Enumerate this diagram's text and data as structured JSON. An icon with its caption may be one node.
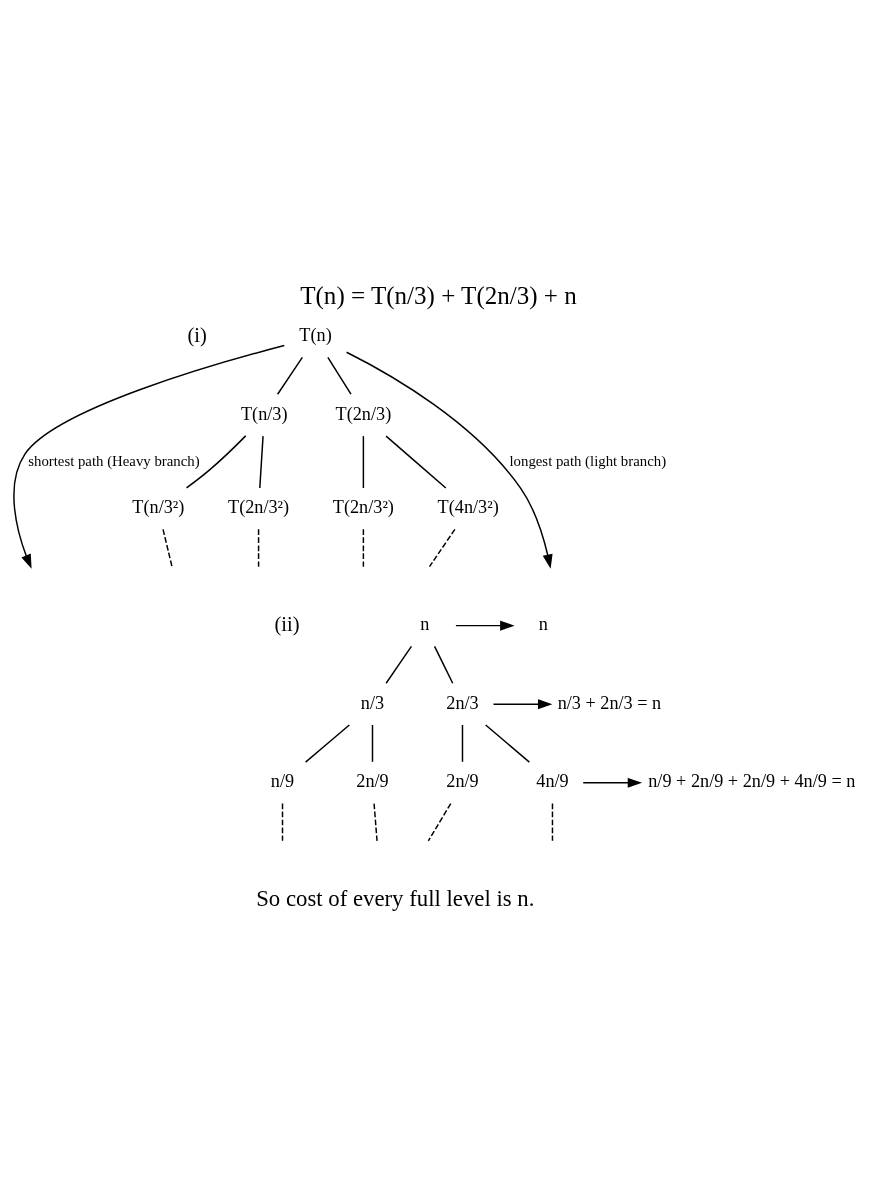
{
  "diagram": {
    "title": "T(n) = T(n/3) + T(2n/3) + n",
    "caption": "So cost of every full level is n.",
    "nodes": [
      {
        "text": [
          "T(n)"
        ]
      },
      {
        "text": [
          "T(n/3)"
        ]
      },
      {
        "text": [
          "T(2n/3)"
        ]
      },
      {
        "text": [
          "T(n/3²)"
        ]
      },
      {
        "text": [
          "T(2n/3²)"
        ]
      },
      {
        "text": [
          "T(2n/3²)"
        ]
      },
      {
        "text": [
          "T(4n/3²)"
        ]
      },
      {
        "text": [
          "n"
        ]
      },
      {
        "text": [
          "n/3"
        ]
      },
      {
        "text": [
          "2n/3"
        ]
      },
      {
        "text": [
          "n/9"
        ]
      },
      {
        "text": [
          "2n/9"
        ]
      },
      {
        "text": [
          "2n/9"
        ]
      },
      {
        "text": [
          "4n/9"
        ]
      },
      {
        "text": [
          "n"
        ]
      },
      {
        "text": [
          "n/3 + 2n/3 = n"
        ]
      },
      {
        "text": [
          "n/9 + 2n/9 + 2n/9 + 4n/9 = n"
        ]
      }
    ],
    "edges": [
      {
        "from": 0,
        "to": null,
        "arrow": "to",
        "label": "shortest path (Heavy branch)"
      },
      {
        "from": 0,
        "to": 1,
        "arrow": "none"
      },
      {
        "from": 0,
        "to": 2,
        "arrow": "none"
      },
      {
        "from": 0,
        "to": null,
        "arrow": "to",
        "label": "longest path (light branch)"
      },
      {
        "from": 1,
        "to": 3,
        "arrow": "none"
      },
      {
        "from": 1,
        "to": 4,
        "arrow": "none"
      },
      {
        "from": 2,
        "to": 5,
        "arrow": "none"
      },
      {
        "from": 2,
        "to": 6,
        "arrow": "none"
      },
      {
        "from": 3,
        "to": null,
        "arrow": "none",
        "style": "dashed"
      },
      {
        "from": 4,
        "to": null,
        "arrow": "none",
        "style": "dashed"
      },
      {
        "from": 5,
        "to": null,
        "arrow": "none",
        "style": "dashed"
      },
      {
        "from": 6,
        "to": null,
        "arrow": "none",
        "style": "dashed"
      },
      {
        "from": 7,
        "to": 8,
        "arrow": "none"
      },
      {
        "from": 7,
        "to": 9,
        "arrow": "none"
      },
      {
        "from": 7,
        "to": 14,
        "arrow": "to"
      },
      {
        "from": 9,
        "to": 15,
        "arrow": "to"
      },
      {
        "from": 8,
        "to": 10,
        "arrow": "none"
      },
      {
        "from": 8,
        "to": 11,
        "arrow": "none"
      },
      {
        "from": 9,
        "to": 12,
        "arrow": "none"
      },
      {
        "from": 9,
        "to": 13,
        "arrow": "none"
      },
      {
        "from": 13,
        "to": 16,
        "arrow": "to"
      },
      {
        "from": 10,
        "to": null,
        "arrow": "none",
        "style": "dashed"
      },
      {
        "from": 11,
        "to": null,
        "arrow": "none",
        "style": "dashed"
      },
      {
        "from": 12,
        "to": null,
        "arrow": "none",
        "style": "dashed"
      },
      {
        "from": 13,
        "to": null,
        "arrow": "none",
        "style": "dashed"
      }
    ],
    "labels": [
      "(i)",
      "(ii)"
    ]
  }
}
